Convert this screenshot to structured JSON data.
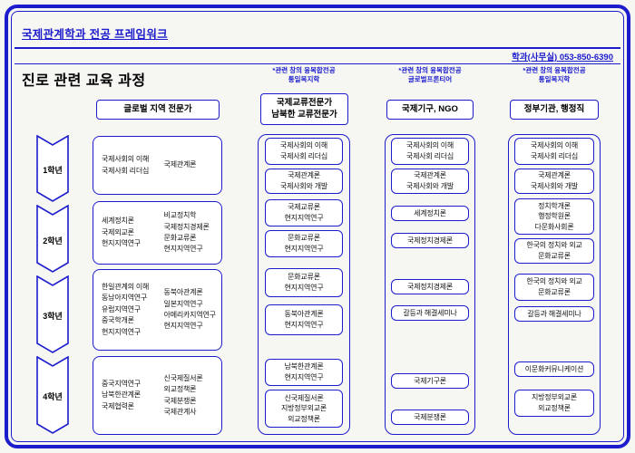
{
  "colors": {
    "accent": "#1c1ccd",
    "text": "#111111",
    "page_bg": "#f6f6f2"
  },
  "header": {
    "framework_title": "국제관계학과 전공 프레임워크",
    "phone": "학과(사무실) 053-850-6390",
    "page_title": "진로 관련 교육 과정"
  },
  "years": [
    "1학년",
    "2학년",
    "3학년",
    "4학년"
  ],
  "columns": [
    {
      "title_lines": [
        "글로벌 지역 전문가"
      ],
      "note_lines": [],
      "year_boxes": [
        {
          "left": [
            "국제사회의 이해",
            "국제사회 리더십"
          ],
          "right": [
            "국제관계론"
          ]
        },
        {
          "left": [
            "세계정치론",
            "국제외교론",
            "현지지역연구"
          ],
          "right": [
            "비교정치학",
            "국제정치경제론",
            "문화교류론",
            "현지지역연구"
          ]
        },
        {
          "left": [
            "한일관계의 이해",
            "동남아지역연구",
            "유럽지역연구",
            "중국학개론",
            "현지지역연구"
          ],
          "right": [
            "동북아관계론",
            "일본지역연구",
            "아메리카지역연구",
            "현지지역연구"
          ]
        },
        {
          "left": [
            "중국지역연구",
            "남북한관계론",
            "국제협력론"
          ],
          "right": [
            "신국제질서론",
            "외교정책론",
            "국제분쟁론",
            "국제관계사"
          ]
        }
      ]
    },
    {
      "title_lines": [
        "국제교류전문가",
        "남북한 교류전문가"
      ],
      "note_lines": [
        "*관련 창의 융복합전공",
        "통일복지학"
      ],
      "boxes": [
        [
          "국제사회의 이해",
          "국제사회 리더십"
        ],
        [
          "국제관계론",
          "국제사회와 개발"
        ],
        [
          "국제교류론",
          "현지지역연구"
        ],
        [
          "문화교류론",
          "현지지역연구"
        ],
        [
          "문화교류론",
          "현지지역연구"
        ],
        [
          "동북아관계론",
          "현지지역연구"
        ],
        [
          "남북한관계론",
          "현지지역연구"
        ],
        [
          "신국제질서론",
          "지방정부외교론",
          "외교정책론"
        ]
      ]
    },
    {
      "title_lines": [
        "국제기구, NGO"
      ],
      "note_lines": [
        "*관련 창의 융복합전공",
        "글로벌프론티어"
      ],
      "boxes": [
        [
          "국제사회의 이해",
          "국제사회 리더십"
        ],
        [
          "국제관계론",
          "국제사회와 개발"
        ],
        [
          "세계정치론"
        ],
        [
          "국제정치경제론"
        ],
        [
          "국제정치경제론"
        ],
        [
          "갈등과 해결세미나"
        ],
        [
          "국제기구론"
        ],
        [
          "국제분쟁론"
        ]
      ]
    },
    {
      "title_lines": [
        "정부기관, 행정직"
      ],
      "note_lines": [
        "*관련 창의 융복합전공",
        "통일복지학"
      ],
      "boxes": [
        [
          "국제사회의 이해",
          "국제사회 리더십"
        ],
        [
          "국제관계론",
          "국제사회와 개발"
        ],
        [
          "정치학개론",
          "행정학원론",
          "다문화사회론"
        ],
        [
          "한국의 정치와 외교",
          "문화교류론"
        ],
        [
          "한국의 정치와 외교",
          "문화교류론"
        ],
        [
          "갈등과 해결세미나"
        ],
        [
          "이문화커뮤니케이션"
        ],
        [
          "지방정부외교론",
          "외교정책론"
        ]
      ]
    }
  ]
}
